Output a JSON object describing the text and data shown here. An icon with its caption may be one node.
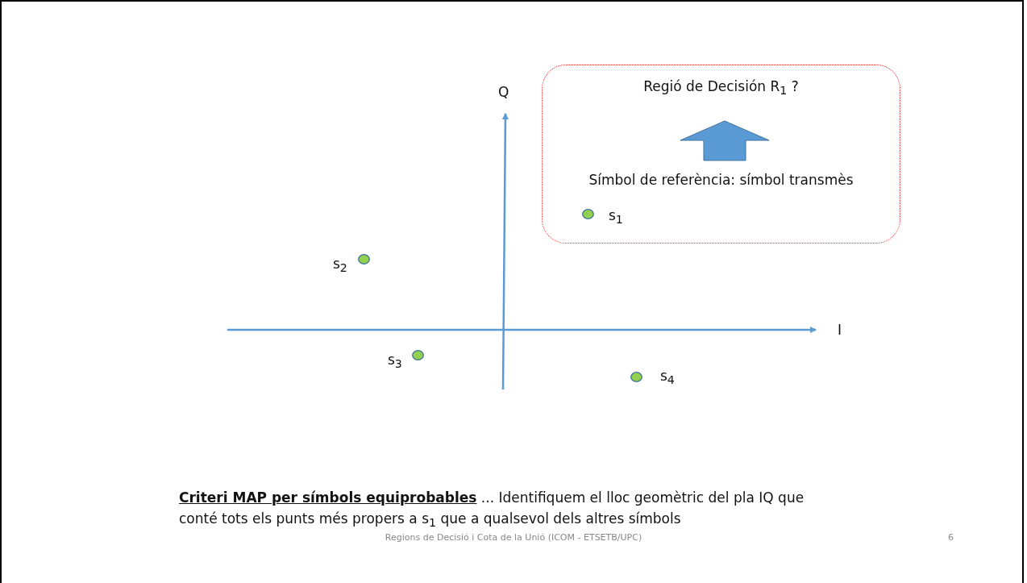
{
  "diagram": {
    "nodes": [
      {
        "text": [
          "Regió de Decisión R$_{1}$ ?",
          "Símbol de referència: símbol transmès"
        ]
      },
      {
        "text": [],
        "shape": "circle",
        "beside": [
          "s$_{1}$"
        ],
        "in": 0
      },
      {
        "text": [],
        "shape": "circle",
        "beside": [
          "s$_{2}$"
        ]
      },
      {
        "text": [],
        "shape": "circle",
        "beside": [
          "s$_{3}$"
        ]
      },
      {
        "text": [],
        "shape": "circle",
        "beside": [
          "s$_{4}$"
        ]
      }
    ],
    "edges": [],
    "labels": [
      "Q",
      "I",
      "**Criteri MAP per símbols equiprobables** ... Identifiquem el lloc geomètric del pla IQ que conté tots els punts més propers a s$_{1}$ que a qualsevol dels altres símbols",
      "Regions de Decisió i Cota de la Unió (ICOM - ETSETB/UPC)",
      "6"
    ]
  }
}
